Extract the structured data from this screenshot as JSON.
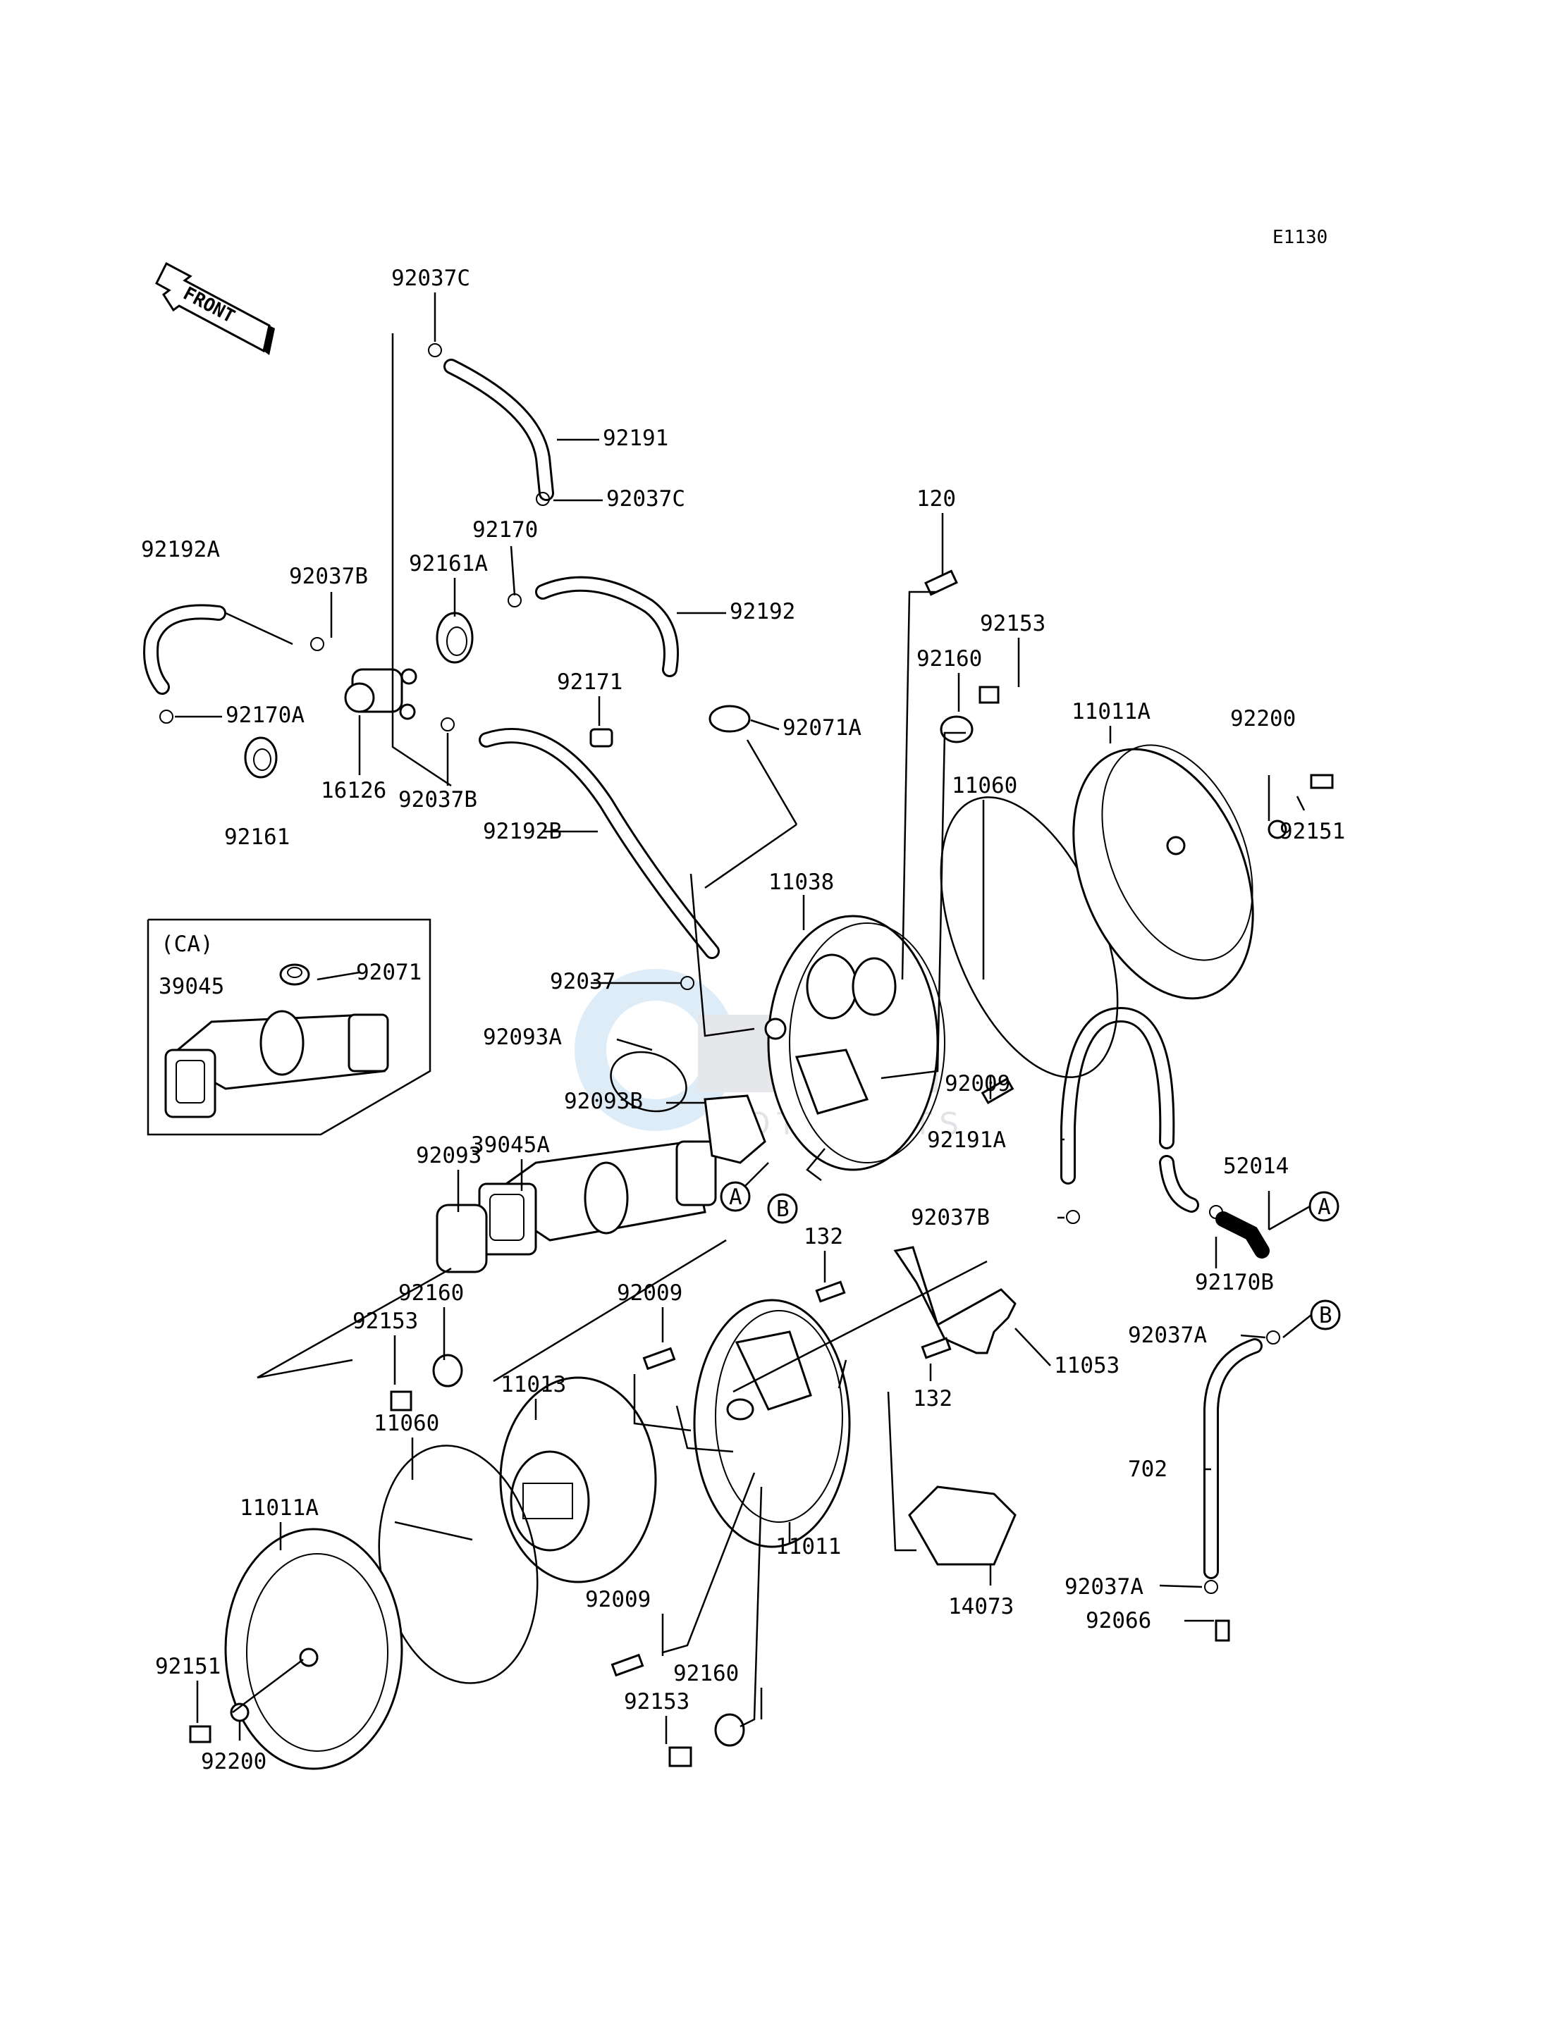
{
  "diagram": {
    "code": "E1130",
    "front_label": "FRONT",
    "ca_label": "(CA)",
    "ref_markers": [
      "A",
      "B"
    ],
    "watermark": "MOTOPARTS",
    "part_labels": [
      "92037C",
      "92191",
      "92037C",
      "92192A",
      "92037B",
      "92161A",
      "92170",
      "92192",
      "120",
      "92153",
      "92160",
      "92170A",
      "92171",
      "92071A",
      "16126",
      "92037B",
      "11011A",
      "92200",
      "11060",
      "92161",
      "92192B",
      "92151",
      "11038",
      "92071",
      "39045",
      "92037",
      "92093A",
      "92009",
      "92093B",
      "39045A",
      "92093",
      "92191A",
      "52014",
      "132",
      "92037B",
      "92160",
      "92009",
      "92153",
      "92170B",
      "92037A",
      "11013",
      "11053",
      "132",
      "11060",
      "702",
      "11011A",
      "11011",
      "14073",
      "92037A",
      "92009",
      "92066",
      "92160",
      "92151",
      "92153",
      "92200"
    ]
  }
}
